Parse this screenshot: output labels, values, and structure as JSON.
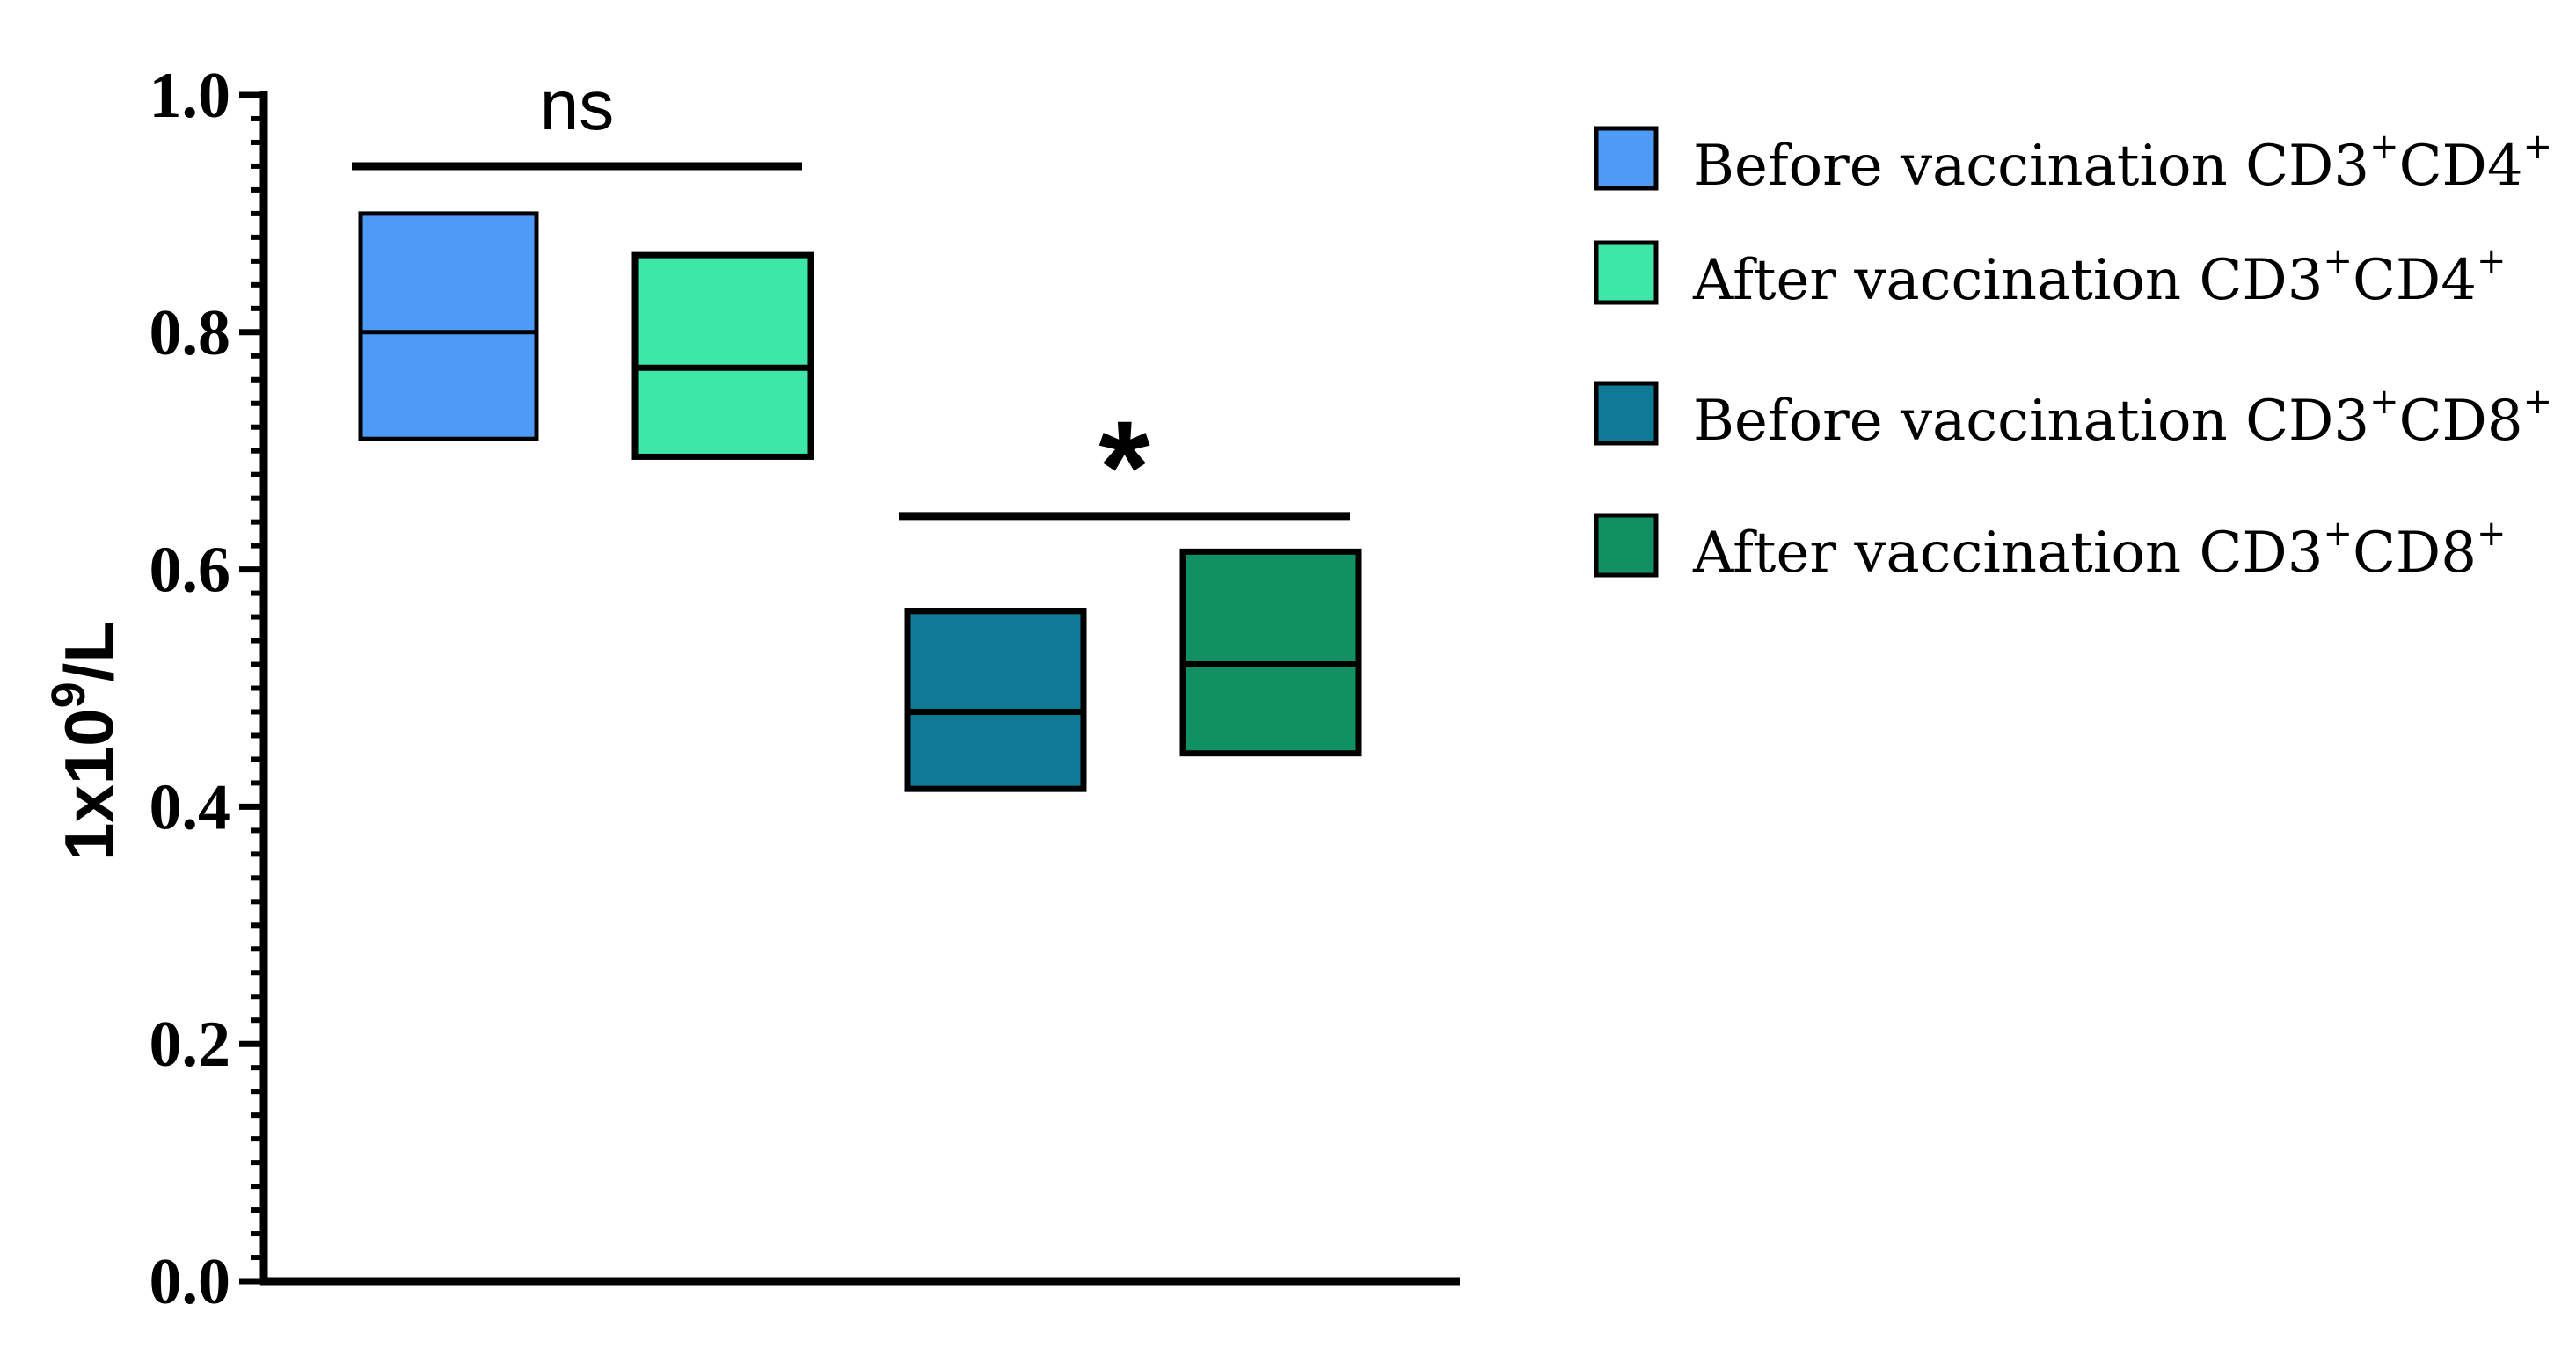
{
  "chart_data": {
    "type": "floating bar (min-max with median)",
    "ylabel": "1x10",
    "ylabel_superscript": "9",
    "ylabel_suffix": "/L",
    "ylim": [
      0.0,
      1.0
    ],
    "yticks": [
      "0.0",
      "0.2",
      "0.4",
      "0.6",
      "0.8",
      "1.0"
    ],
    "ytick_values": [
      0.0,
      0.2,
      0.4,
      0.6,
      0.8,
      1.0
    ],
    "minor_tick_step": 0.02,
    "grid": false,
    "legend_position": "right",
    "series": [
      {
        "name_main": "Before vaccination CD3",
        "name_mid": "CD4",
        "color": "#4d9bf7",
        "stroke_width": 5,
        "min": 0.71,
        "max": 0.9,
        "median": 0.8
      },
      {
        "name_main": "After vaccination CD3",
        "name_mid": "CD4",
        "color": "#3ee6a8",
        "stroke_width": 7,
        "min": 0.695,
        "max": 0.865,
        "median": 0.77
      },
      {
        "name_main": "Before vaccination CD3",
        "name_mid": "CD8",
        "color": "#0e7a96",
        "stroke_width": 7,
        "min": 0.415,
        "max": 0.565,
        "median": 0.48
      },
      {
        "name_main": "After vaccination CD3",
        "name_mid": "CD8",
        "color": "#119064",
        "stroke_width": 7,
        "min": 0.445,
        "max": 0.615,
        "median": 0.52
      }
    ],
    "superscript": "+",
    "annotations": [
      {
        "label": "ns",
        "between": [
          0,
          1
        ],
        "y": 0.94
      },
      {
        "label": "*",
        "between": [
          2,
          3
        ],
        "y": 0.645
      }
    ]
  }
}
